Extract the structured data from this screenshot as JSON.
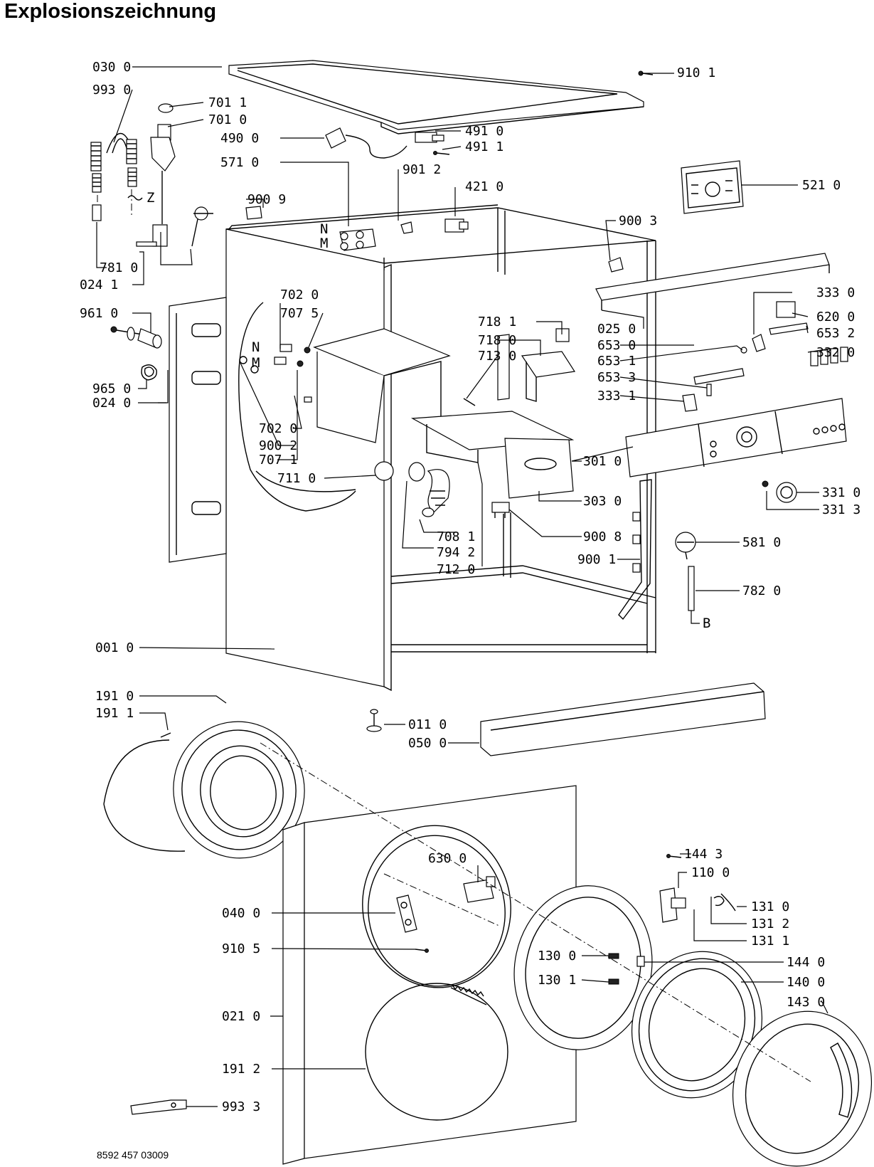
{
  "title": "Explosionszeichnung",
  "document_number": "8592 457 03009",
  "part_labels": [
    {
      "id": "0300",
      "text": "030 0"
    },
    {
      "id": "9930",
      "text": "993 0"
    },
    {
      "id": "7011",
      "text": "701 1"
    },
    {
      "id": "7010",
      "text": "701 0"
    },
    {
      "id": "4900",
      "text": "490 0"
    },
    {
      "id": "4910",
      "text": "491 0"
    },
    {
      "id": "4911",
      "text": "491 1"
    },
    {
      "id": "9101",
      "text": "910 1"
    },
    {
      "id": "5710",
      "text": "571 0"
    },
    {
      "id": "9012",
      "text": "901 2"
    },
    {
      "id": "4210",
      "text": "421 0"
    },
    {
      "id": "5210",
      "text": "521 0"
    },
    {
      "id": "9009",
      "text": "900 9"
    },
    {
      "id": "9003",
      "text": "900 3"
    },
    {
      "id": "7810",
      "text": "781 0"
    },
    {
      "id": "0241",
      "text": "024 1"
    },
    {
      "id": "9610",
      "text": "961 0"
    },
    {
      "id": "7020a",
      "text": "702 0"
    },
    {
      "id": "7075",
      "text": "707 5"
    },
    {
      "id": "7181",
      "text": "718 1"
    },
    {
      "id": "7180",
      "text": "718 0"
    },
    {
      "id": "7130",
      "text": "713 0"
    },
    {
      "id": "3330",
      "text": "333 0"
    },
    {
      "id": "6200",
      "text": "620 0"
    },
    {
      "id": "6532",
      "text": "653 2"
    },
    {
      "id": "3320",
      "text": "332 0"
    },
    {
      "id": "0250",
      "text": "025 0"
    },
    {
      "id": "6530",
      "text": "653 0"
    },
    {
      "id": "6531",
      "text": "653 1"
    },
    {
      "id": "6533",
      "text": "653 3"
    },
    {
      "id": "3331",
      "text": "333 1"
    },
    {
      "id": "9650",
      "text": "965 0"
    },
    {
      "id": "0240",
      "text": "024 0"
    },
    {
      "id": "7020b",
      "text": "702 0"
    },
    {
      "id": "9002",
      "text": "900 2"
    },
    {
      "id": "7071",
      "text": "707 1"
    },
    {
      "id": "7110",
      "text": "711 0"
    },
    {
      "id": "3010",
      "text": "301 0"
    },
    {
      "id": "3030",
      "text": "303 0"
    },
    {
      "id": "3310",
      "text": "331 0"
    },
    {
      "id": "3313",
      "text": "331 3"
    },
    {
      "id": "7081",
      "text": "708 1"
    },
    {
      "id": "7942",
      "text": "794 2"
    },
    {
      "id": "7120",
      "text": "712 0"
    },
    {
      "id": "9008",
      "text": "900 8"
    },
    {
      "id": "5810",
      "text": "581 0"
    },
    {
      "id": "9001",
      "text": "900 1"
    },
    {
      "id": "7820",
      "text": "782 0"
    },
    {
      "id": "0010",
      "text": "001 0"
    },
    {
      "id": "1910",
      "text": "191 0"
    },
    {
      "id": "1911",
      "text": "191 1"
    },
    {
      "id": "0110",
      "text": "011 0"
    },
    {
      "id": "0500",
      "text": "050 0"
    },
    {
      "id": "6300",
      "text": "630 0"
    },
    {
      "id": "1443",
      "text": "144 3"
    },
    {
      "id": "1100",
      "text": "110 0"
    },
    {
      "id": "0400",
      "text": "040 0"
    },
    {
      "id": "1310",
      "text": "131 0"
    },
    {
      "id": "1312",
      "text": "131 2"
    },
    {
      "id": "1311",
      "text": "131 1"
    },
    {
      "id": "9105",
      "text": "910 5"
    },
    {
      "id": "1300",
      "text": "130 0"
    },
    {
      "id": "1440",
      "text": "144 0"
    },
    {
      "id": "1301",
      "text": "130 1"
    },
    {
      "id": "1400",
      "text": "140 0"
    },
    {
      "id": "1430",
      "text": "143 0"
    },
    {
      "id": "0210",
      "text": "021 0"
    },
    {
      "id": "1912",
      "text": "191 2"
    },
    {
      "id": "9933",
      "text": "993 3"
    }
  ],
  "markers": {
    "z": "Z",
    "n_top": "N",
    "m_top": "M",
    "n_left": "N",
    "m_left": "M",
    "b": "B"
  }
}
